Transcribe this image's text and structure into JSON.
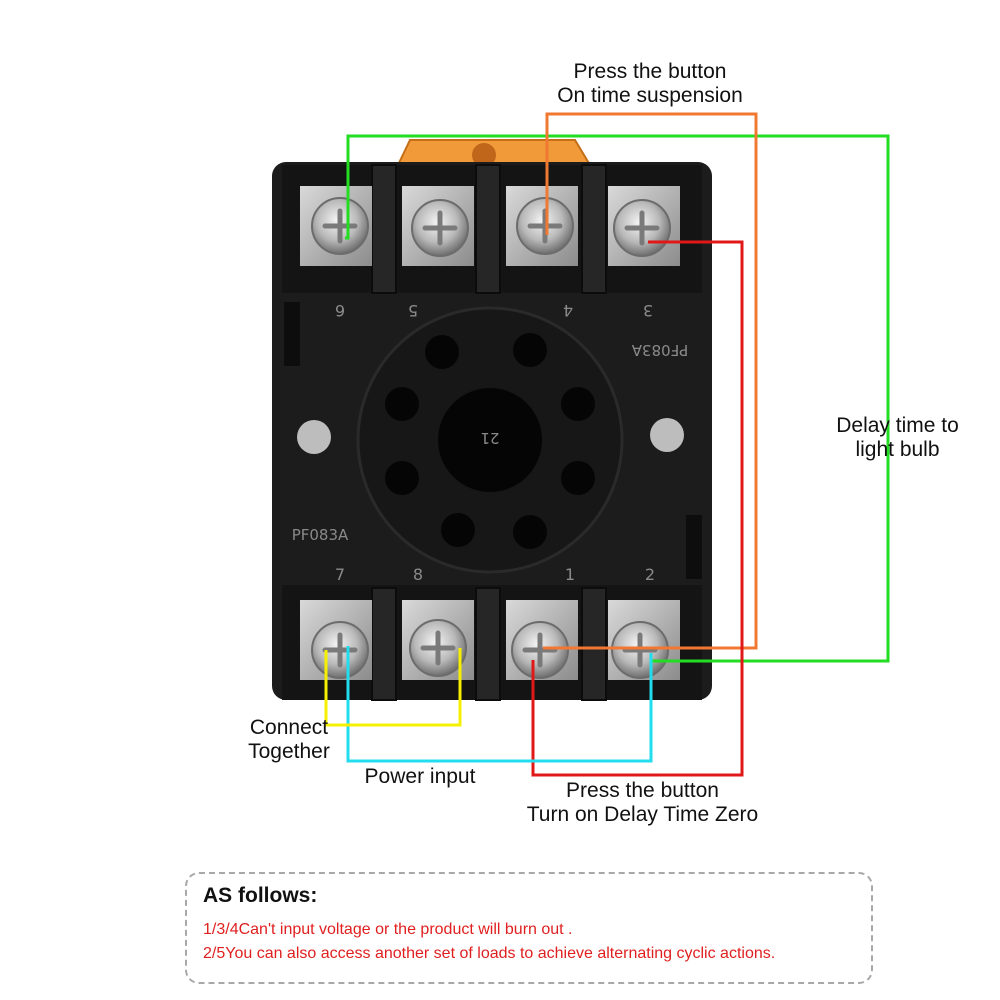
{
  "labels": {
    "press_top_1": "Press the button",
    "press_top_2": "On time suspension",
    "delay_1": "Delay time to",
    "delay_2": "light bulb",
    "connect_1": "Connect",
    "connect_2": "Together",
    "power": "Power input",
    "press_bottom_1": "Press the button",
    "press_bottom_2": "Turn on Delay Time Zero"
  },
  "socket": {
    "top_terminals": [
      "6",
      "5",
      "4",
      "3"
    ],
    "bottom_terminals": [
      "7",
      "8",
      "1",
      "2"
    ],
    "model_top": "PF083A",
    "model_bottom": "PF083A",
    "center_mark": "21"
  },
  "note": {
    "title": "AS follows:",
    "lines": [
      "1/3/4Can't input voltage or the product will burn out .",
      "2/5You can also access another set of loads to achieve alternating cyclic actions."
    ]
  },
  "colors": {
    "green": "#22dd22",
    "orange": "#f07830",
    "red": "#e01818",
    "cyan": "#22ddee",
    "yellow": "#f5f000",
    "note_red": "#e02020"
  }
}
